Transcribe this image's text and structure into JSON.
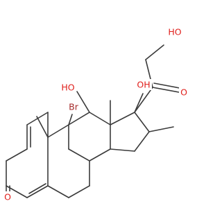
{
  "molecule": {
    "labels": {
      "ho_left": "HO",
      "br": "Br",
      "oh_17": "OH",
      "ho_21": "HO",
      "o_keto_20": "O",
      "o_keto_3": "O"
    },
    "colors": {
      "bond": "#3a3a3a",
      "oxygen": "#e0201c",
      "bromine": "#a52a2a"
    }
  }
}
